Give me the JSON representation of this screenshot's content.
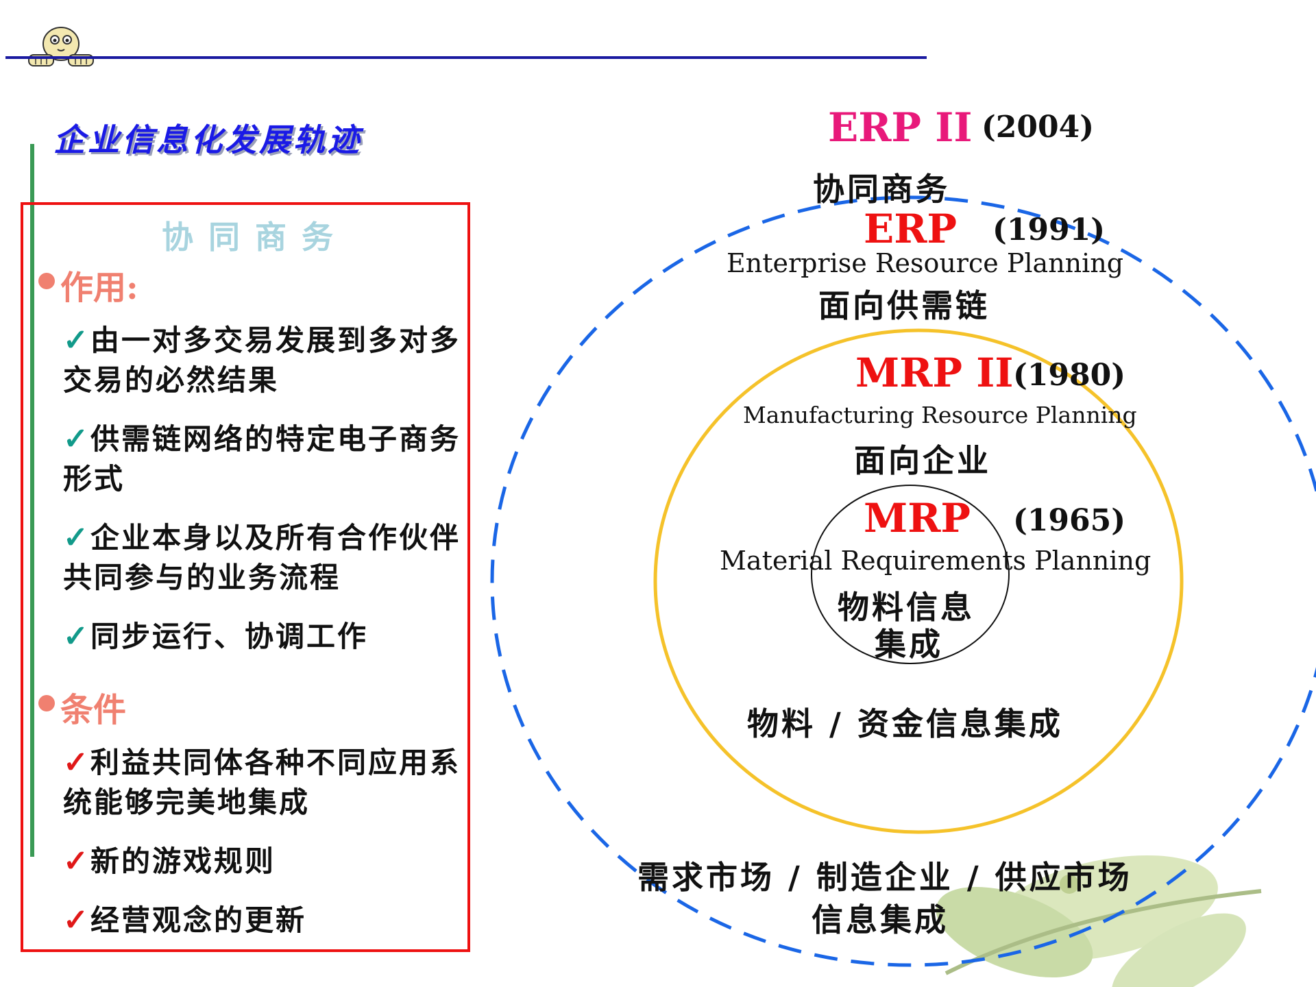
{
  "slide_title": "企业信息化发展轨迹",
  "left_box": {
    "heading": "协同商务",
    "sections": [
      {
        "label": "作用:",
        "items": [
          "由一对多交易发展到多对多交易的必然结果",
          "供需链网络的特定电子商务形式",
          "企业本身以及所有合作伙伴共同参与的业务流程",
          "同步运行、协调工作"
        ]
      },
      {
        "label": "条件",
        "items": [
          "利益共同体各种不同应用系统能够完美地集成",
          "新的游戏规则",
          "经营观念的更新"
        ]
      }
    ],
    "check_mark": "✓"
  },
  "diagram": {
    "erp2": {
      "name": "ERP II",
      "year": "(2004)",
      "desc": "协同商务",
      "scope": [
        "需求市场 / 制造企业 / 供应市场",
        "信息集成"
      ]
    },
    "erp": {
      "name": "ERP",
      "year": "(1991)",
      "full": "Enterprise Resource Planning",
      "desc": "面向供需链"
    },
    "mrp2": {
      "name": "MRP II",
      "year": "(1980)",
      "full": "Manufacturing Resource Planning",
      "desc": "面向企业",
      "scope": "物料 / 资金信息集成"
    },
    "mrp": {
      "name": "MRP",
      "year": "(1965)",
      "full": "Material Requirements Planning",
      "desc": [
        "物料信息",
        "集成"
      ]
    }
  },
  "colors": {
    "title_blue": "#1a1ae6",
    "box_red": "#ee1111",
    "erp_circle": "#1a66e6",
    "mrp2_circle": "#f5c22a",
    "teal_check": "#129a8a",
    "label_salmon": "#f08070"
  }
}
